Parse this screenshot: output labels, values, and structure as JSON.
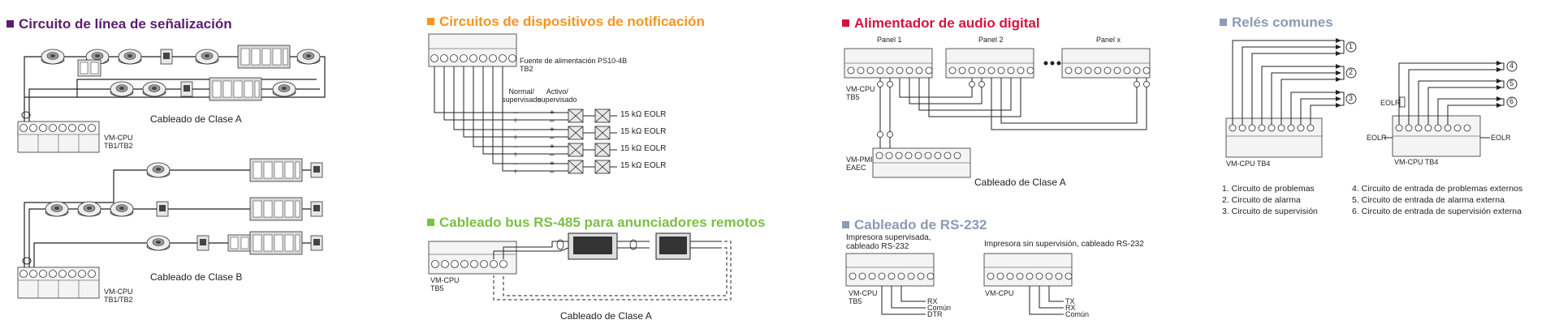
{
  "colors": {
    "slc": "#5a1d6b",
    "nac": "#f7941d",
    "audio": "#d4143f",
    "relay": "#8b9bb4",
    "rs485": "#7ac043",
    "rs232": "#8b9bb4"
  },
  "slc": {
    "title": "Circuito de línea de señalización",
    "class_a": "Cableado de Clase A",
    "class_b": "Cableado de Clase B",
    "panel_a": "VM-CPU\nTB1/TB2",
    "panel_b": "VM-CPU\nTB1/TB2"
  },
  "nac": {
    "title": "Circuitos de dispositivos de notificación",
    "psu": "Fuente de alimentación PS10-4B",
    "tb": "TB2",
    "normal": "Normal/\nsupervisado",
    "active": "Activo/\nsupervisado",
    "eolr": [
      "15 kΩ EOLR",
      "15 kΩ EOLR",
      "15 kΩ EOLR",
      "15 kΩ EOLR"
    ]
  },
  "rs485": {
    "title": "Cableado bus RS-485 para anunciadores remotos",
    "panel": "VM-CPU\nTB5",
    "caption": "Cableado de Clase A"
  },
  "audio": {
    "title": "Alimentador de audio digital",
    "panels": [
      "Panel 1",
      "Panel 2",
      "Panel x"
    ],
    "cpu": "VM-CPU\nTB5",
    "pmi": "VM-PMI\nEAEC",
    "caption": "Cableado de Clase A"
  },
  "rs232": {
    "title": "Cableado de RS-232",
    "left_caption": "Impresora supervisada,\ncableado RS-232",
    "right_caption": "Impresora sin supervisión, cableado RS-232",
    "left_panel": "VM-CPU\nTB5",
    "right_panel": "VM-CPU",
    "left_signals": [
      "RX",
      "Común",
      "DTR"
    ],
    "right_signals": [
      "TX",
      "RX",
      "Común"
    ]
  },
  "relays": {
    "title": "Relés comunes",
    "tb_left": "VM-CPU TB4",
    "tb_right": "VM-CPU TB4",
    "eolr": "EOLR",
    "numbers": [
      "1",
      "2",
      "3",
      "4",
      "5",
      "6"
    ],
    "legend": [
      "1.   Circuito de problemas",
      "2.   Circuito de alarma",
      "3.   Circuito de supervisión",
      "4.   Circuito de entrada de problemas externos",
      "5.   Circuito de entrada de alarma externa",
      "6.   Circuito de entrada de supervisión externa"
    ]
  }
}
